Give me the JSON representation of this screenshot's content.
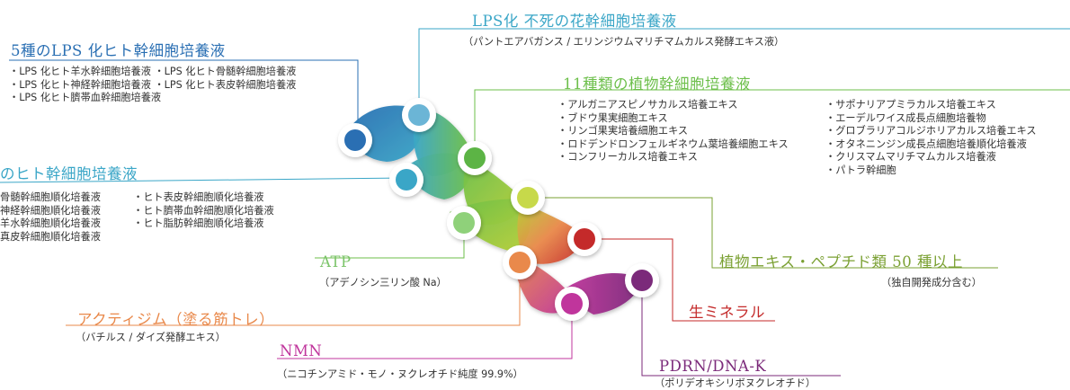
{
  "colors": {
    "blue": "#2a6fb3",
    "teal": "#3aa6c7",
    "green": "#6cbf4a",
    "yellow": "#b7cf36",
    "red": "#c42a2a",
    "orange": "#e9894b",
    "magenta": "#c0359c",
    "purple": "#7b2a7a",
    "olive": "#7aa032"
  },
  "lps_flower": {
    "title": "LPS化 不死の花幹細胞培養液",
    "subtitle": "（パントエアバガンス / エリンジウムマリチマムカルス発酵エキス液）"
  },
  "lps_human": {
    "title": "5種のLPS 化ヒト幹細胞培養液",
    "items": [
      "・LPS 化ヒト羊水幹細胞培養液 ・LPS 化ヒト骨髄幹細胞培養液",
      "・LPS 化ヒト神経幹細胞培養液 ・LPS 化ヒト表皮幹細胞培養液",
      "・LPS 化ヒト臍帯血幹細胞培養液"
    ]
  },
  "plant_stem": {
    "title": "11種類の植物幹細胞培養液",
    "items_left": [
      "・アルガニアスピノサカルス培養エキス",
      "・ブドウ果実細胞エキス",
      "・リンゴ果実培養細胞エキス",
      "・ロドデンドロンフェルギネウム葉培養細胞エキス",
      "・コンフリーカルス培養エキス"
    ],
    "items_right": [
      "・サポナリアプミラカルス培養エキス",
      "・エーデルワイス成長点細胞培養物",
      "・グロブラリアコルジホリアカルス培養エキス",
      "・オタネニンジン成長点細胞培養順化培養液",
      "・クリスマムマリチマムカルス培養液",
      "・パトラ幹細胞"
    ]
  },
  "human_stem": {
    "title": "のヒト幹細胞培養液",
    "items_left": [
      "骨髄幹細胞順化培養液",
      "神経幹細胞順化培養液",
      "羊水幹細胞順化培養液",
      "真皮幹細胞順化培養液"
    ],
    "items_right": [
      "・ヒト表皮幹細胞順化培養液",
      "・ヒト臍帯血幹細胞順化培養液",
      "・ヒト脂肪幹細胞順化培養液"
    ]
  },
  "atp": {
    "title": "ATP",
    "subtitle": "（アデノシン三リン酸 Na）"
  },
  "plant_extract": {
    "title": "植物エキス・ペプチド類 50 種以上",
    "subtitle": "（独自開発成分含む）"
  },
  "acti": {
    "title": "アクティジム（塗る筋トレ）",
    "subtitle": "（バチルス / ダイズ発酵エキス）"
  },
  "mineral": {
    "title": "生ミネラル"
  },
  "nmn": {
    "title": "NMN",
    "subtitle": "（ニコチンアミド・モノ・ヌクレオチド純度 99.9%）"
  },
  "pdrn": {
    "title": "PDRN/DNA-K",
    "subtitle": "（ポリデオキシリボヌクレオチド）"
  }
}
